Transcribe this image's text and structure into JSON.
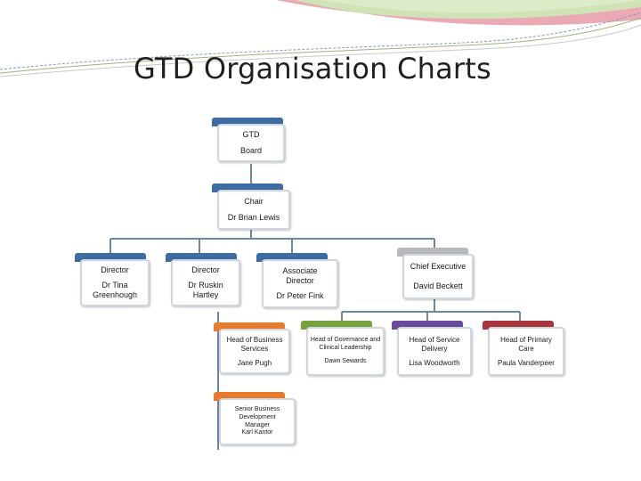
{
  "title": "GTD Organisation Charts",
  "colors": {
    "blue": "#3d6ca3",
    "grey": "#b9b9b9",
    "orange": "#e87a2c",
    "green": "#78a33c",
    "purple": "#6b4a9c",
    "red": "#a8353a",
    "connector": "#6a87a6"
  },
  "nodes": {
    "board": {
      "line1": "GTD",
      "line2": "Board"
    },
    "chair": {
      "line1": "Chair",
      "line2": "Dr Brian Lewis"
    },
    "director_greenhough": {
      "role": "Director",
      "name": "Dr Tina Greenhough"
    },
    "director_hartley": {
      "role": "Director",
      "name": "Dr Ruskin Hartley"
    },
    "associate_director": {
      "role": "Associate Director",
      "name": "Dr Peter Fink"
    },
    "chief_executive": {
      "role": "Chief Executive",
      "name": "David Beckett"
    },
    "head_business_services": {
      "role": "Head of Business Services",
      "name": "Jane Pugh"
    },
    "head_governance": {
      "role": "Head of Governance and Clinical Leadership",
      "name": "Dawn Sewards"
    },
    "head_service_delivery": {
      "role": "Head of Service Delivery",
      "name": "Lisa Woodworth"
    },
    "head_primary_care": {
      "role": "Head of Primary Care",
      "name": "Paula Vanderpeer"
    },
    "senior_bdm": {
      "role": "Senior Business Development Manager",
      "name": "Karl Kantor"
    }
  }
}
